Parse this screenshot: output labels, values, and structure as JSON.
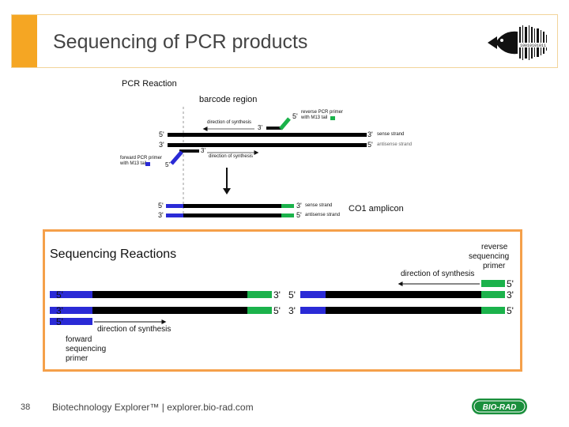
{
  "slide_title": "Sequencing of PCR products",
  "colors": {
    "accent": "#f5a623",
    "primer_green": "#1bb24b",
    "primer_blue": "#2a2ad6",
    "strand": "#000000",
    "box_border": "#f5a04a"
  },
  "pcr": {
    "heading": "PCR Reaction",
    "barcode_region": "barcode region",
    "direction_top": "direction of synthesis",
    "direction_bottom": "direction of synthesis",
    "reverse_primer_line1": "reverse PCR primer",
    "reverse_primer_line2": "with M13 tail",
    "forward_primer_line1": "forward PCR primer",
    "forward_primer_line2": "with M13 tail",
    "sense_strand": "sense strand",
    "antisense_strand": "antisense strand",
    "sense_strand_small": "sense strand",
    "antisense_strand_small": "antisense strand",
    "amplicon": "CO1 amplicon",
    "five": "5'",
    "three": "3'"
  },
  "sequencing": {
    "heading": "Sequencing Reactions",
    "reverse_line1": "reverse",
    "reverse_line2": "sequencing",
    "reverse_line3": "primer",
    "direction_right": "direction of synthesis",
    "direction_left": "direction of synthesis",
    "forward_line1": "forward",
    "forward_line2": "sequencing",
    "forward_line3": "primer",
    "five": "5'",
    "three": "3'"
  },
  "footer": {
    "page_number": "38",
    "text": "Biotechnology Explorer™ |   explorer.bio-rad.com"
  },
  "logo_text": "BIO-RAD"
}
